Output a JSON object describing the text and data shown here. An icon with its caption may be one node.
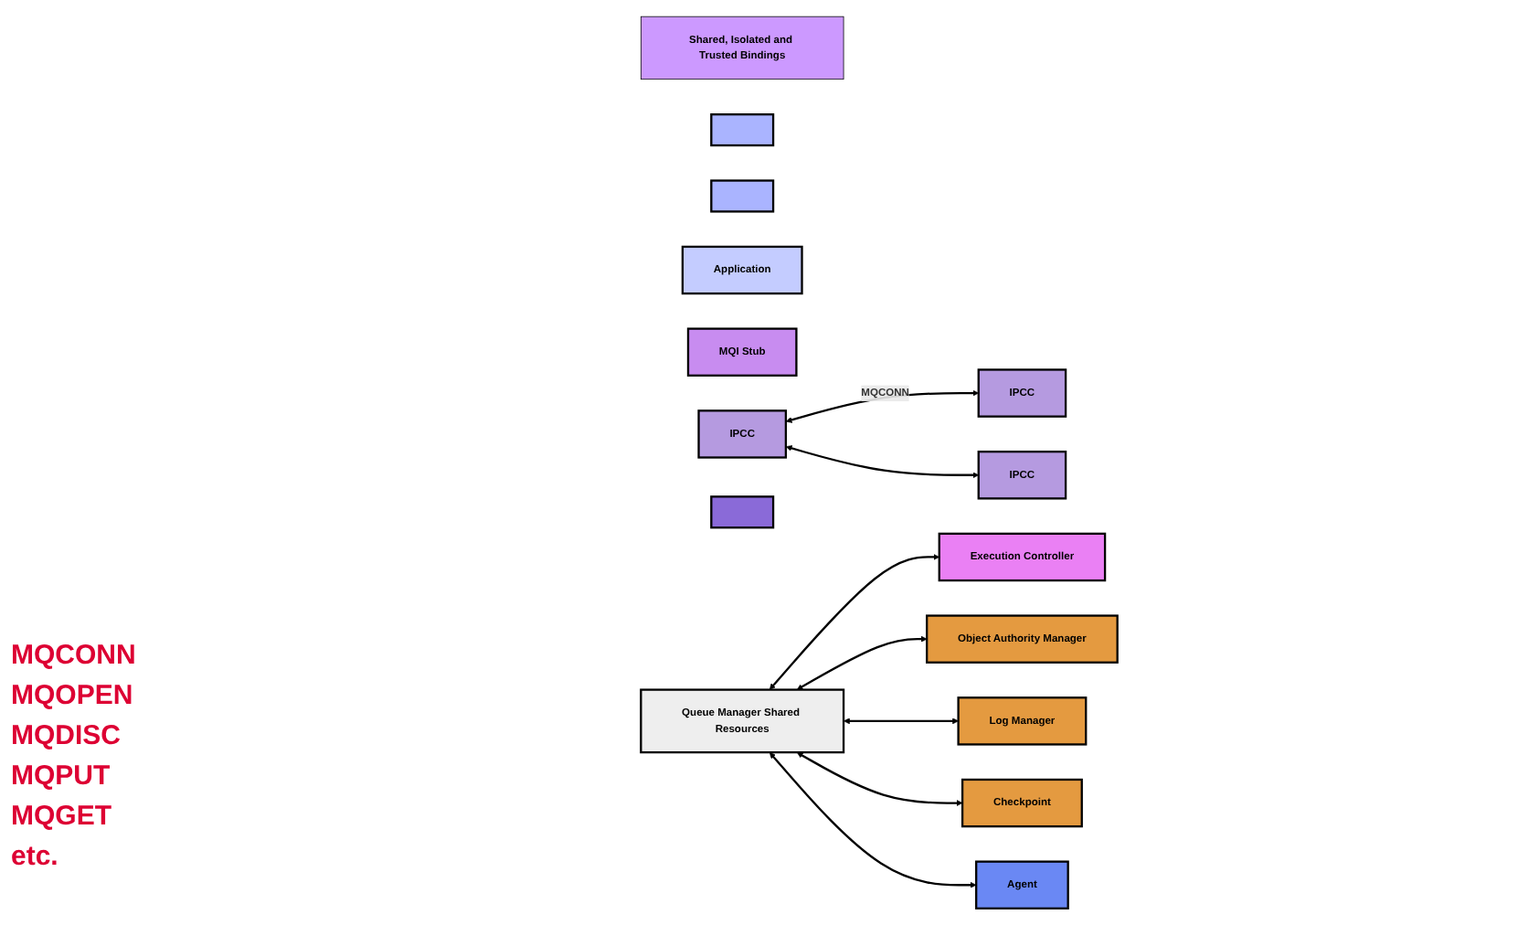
{
  "diagram": {
    "nodes": [
      {
        "text": [
          "Shared, Isolated and Trusted Bindings"
        ]
      },
      {
        "text": [],
        "shape": "box"
      },
      {
        "text": [],
        "shape": "box"
      },
      {
        "text": [
          "Application"
        ]
      },
      {
        "text": [
          "MQI Stub"
        ]
      },
      {
        "text": [
          "IPCC"
        ]
      },
      {
        "text": [
          "Execution Controller"
        ]
      },
      {
        "text": [
          "IPCC"
        ]
      },
      {
        "text": [],
        "shape": "box"
      },
      {
        "text": [
          "IPCC"
        ]
      },
      {
        "text": [
          "Agent"
        ]
      },
      {
        "text": [
          "Object Authority Manager"
        ]
      },
      {
        "text": [
          "Log Manager"
        ]
      },
      {
        "text": [
          "Checkpoint"
        ]
      },
      {
        "text": [
          "Queue Manager Shared Resources"
        ]
      }
    ],
    "edges": [
      {
        "from": 5,
        "to": 7,
        "arrow": "both",
        "label": "MQCONN"
      },
      {
        "from": 5,
        "to": 9,
        "arrow": "both"
      },
      {
        "from": 14,
        "to": 6,
        "arrow": "both"
      },
      {
        "from": 14,
        "to": 11,
        "arrow": "both"
      },
      {
        "from": 14,
        "to": 12,
        "arrow": "both"
      },
      {
        "from": 14,
        "to": 13,
        "arrow": "both"
      },
      {
        "from": 14,
        "to": 10,
        "arrow": "both"
      }
    ],
    "labels": [
      "MQCONN",
      "MQOPEN",
      "MQDISC",
      "MQPUT",
      "MQGET",
      "etc."
    ]
  }
}
